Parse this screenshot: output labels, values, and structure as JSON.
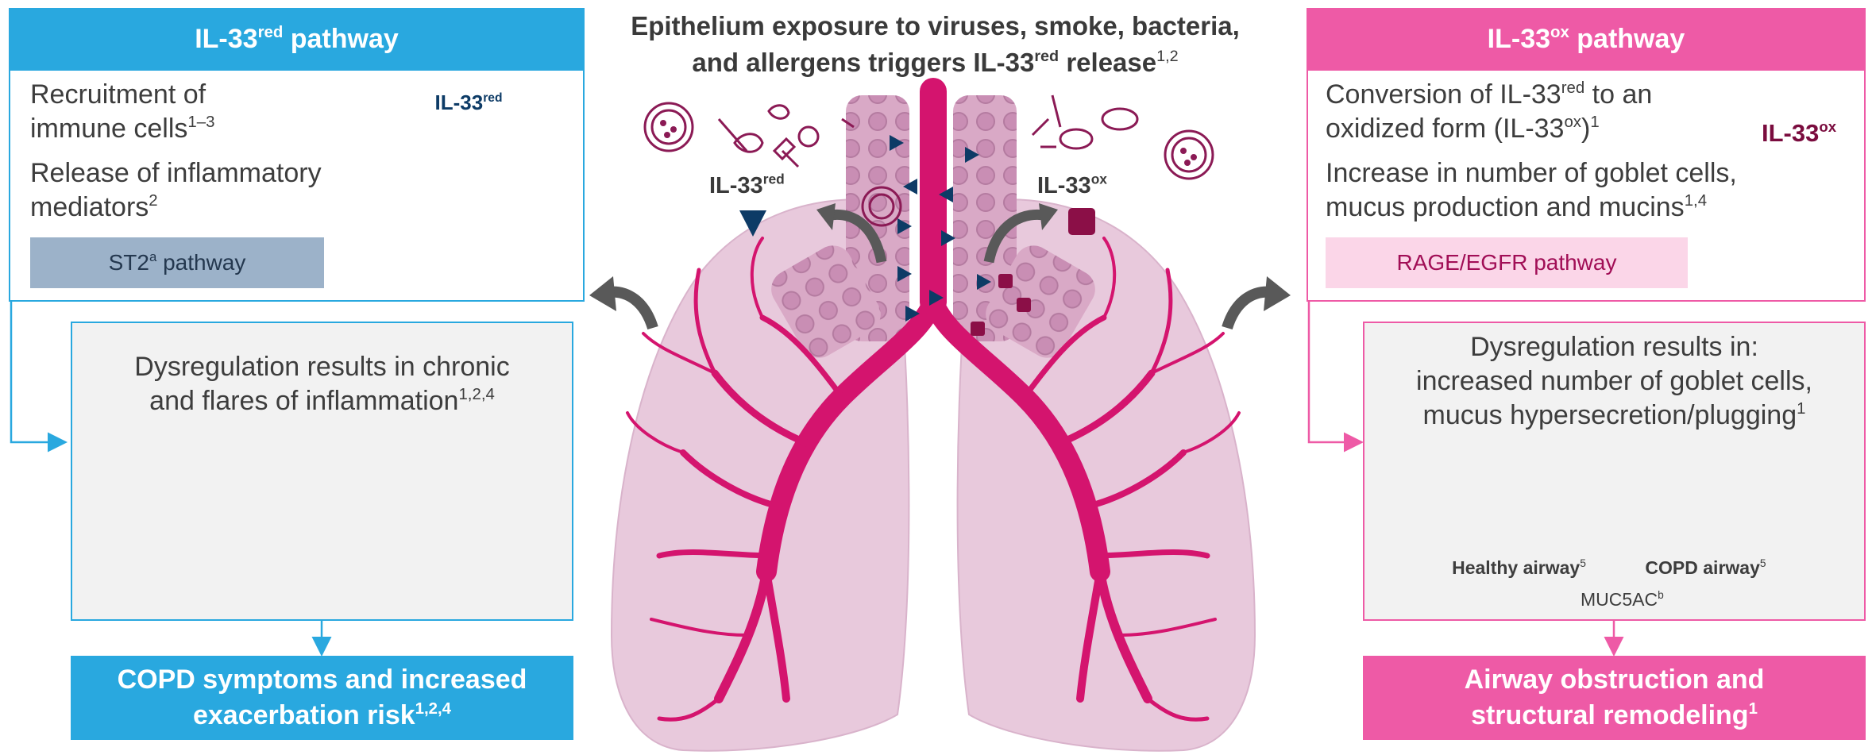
{
  "colors": {
    "blue": "#29a8df",
    "pink": "#ee5aa6",
    "magenta": "#d4146e",
    "navy": "#0d3b66",
    "maroon": "#7a0c3e",
    "lung": "#e8c9dc",
    "panel": "#f2f2f2"
  },
  "top_banner": {
    "line1": "Epithelium exposure to viruses, smoke, bacteria,",
    "line2_pre": "and allergens triggers IL-33",
    "line2_sup": "red",
    "line2_post": " release",
    "line2_refs": "1,2"
  },
  "left": {
    "header_pre": "IL-33",
    "header_sup": "red",
    "header_post": " pathway",
    "item1_line1": "Recruitment of",
    "item1_line2": "immune cells",
    "item1_refs": "1–3",
    "item2_line1": "Release of inflammatory",
    "item2_line2": "mediators",
    "item2_refs": "2",
    "receptor_label_pre": "IL-33",
    "receptor_label_sup": "red",
    "pathway_pre": "ST2",
    "pathway_sup": "a",
    "pathway_post": " pathway",
    "dys_line1": "Dysregulation results in chronic",
    "dys_line2": "and flares of inflammation",
    "dys_refs": "1,2,4",
    "outcome_line1": "COPD symptoms and increased",
    "outcome_line2": "exacerbation risk",
    "outcome_refs": "1,2,4"
  },
  "center": {
    "label_red_pre": "IL-33",
    "label_red_sup": "red",
    "label_ox_pre": "IL-33",
    "label_ox_sup": "ox"
  },
  "right": {
    "header_pre": "IL-33",
    "header_sup": "ox",
    "header_post": " pathway",
    "item1_line1_pre": "Conversion of IL-33",
    "item1_line1_sup": "red",
    "item1_line1_post": " to an",
    "item1_line2_pre": "oxidized form (IL-33",
    "item1_line2_sup": "ox",
    "item1_line2_post": ")",
    "item1_refs": "1",
    "item2_line1": "Increase in number of goblet cells,",
    "item2_line2": "mucus production and mucins",
    "item2_refs": "1,4",
    "ligand_label_pre": "IL-33",
    "ligand_label_sup": "ox",
    "pathway_label": "RAGE/EGFR pathway",
    "dys_line1": "Dysregulation results in:",
    "dys_line2": "increased number of goblet cells,",
    "dys_line3": "mucus hypersecretion/plugging",
    "dys_refs": "1",
    "healthy_label": "Healthy airway",
    "healthy_refs": "5",
    "copd_label": "COPD airway",
    "copd_refs": "5",
    "legend_pre": "MUC5AC",
    "legend_sup": "b",
    "outcome_line1": "Airway obstruction and",
    "outcome_line2": "structural remodeling",
    "outcome_refs": "1"
  }
}
